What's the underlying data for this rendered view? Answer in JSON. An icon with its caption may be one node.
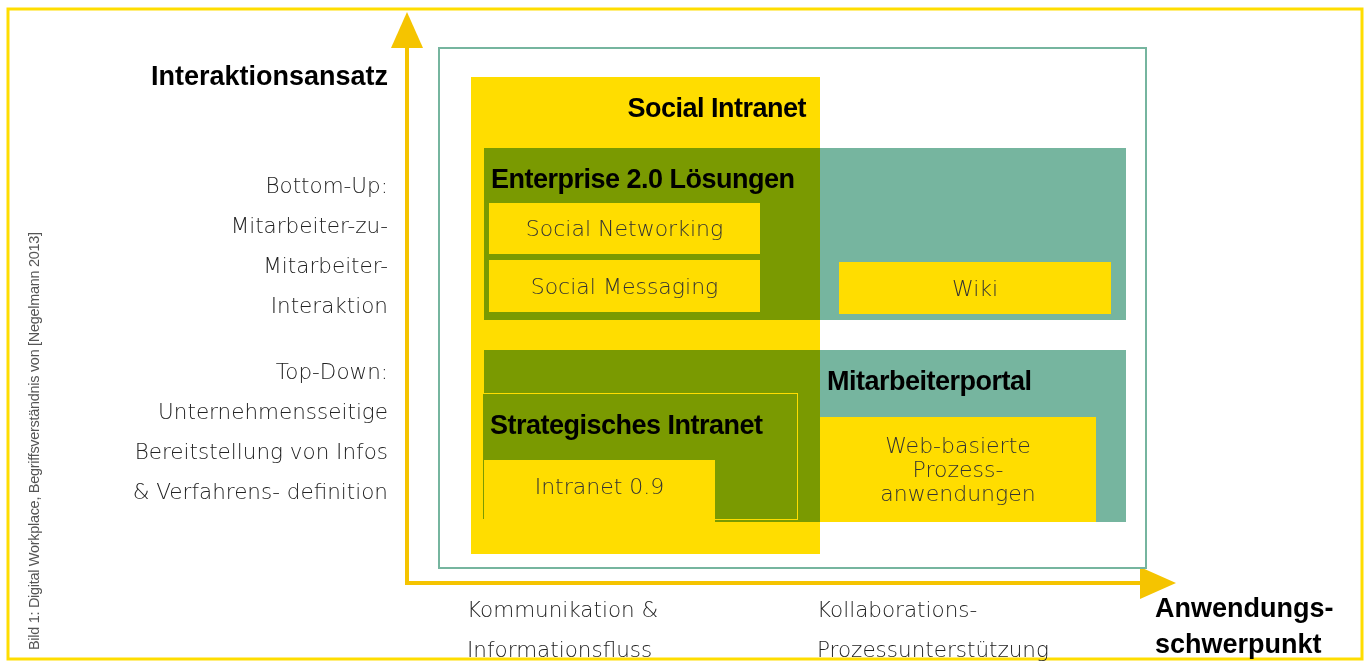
{
  "diagram": {
    "caption": "Bild 1: Digital Workplace, Begriffsverständnis von [Negelmann 2013]",
    "nodes": [
      {
        "text": [],
        "shape": "box"
      },
      {
        "text": [
          "Social Intranet"
        ],
        "in": 0
      },
      {
        "text": [
          "Enterprise 2.0 Lösungen"
        ],
        "in": 0
      },
      {
        "text": [
          "Social Networking"
        ]
      },
      {
        "text": [
          "Social Messaging"
        ]
      },
      {
        "text": [
          "Wiki"
        ],
        "in": 2
      },
      {
        "text": [
          "Mitarbeiterportal"
        ],
        "in": 0
      },
      {
        "text": [
          "Strategisches Intranet"
        ]
      },
      {
        "text": [
          "Intranet 0.9"
        ],
        "in": 1
      },
      {
        "text": [
          "Web-basierte Prozess- anwendungen"
        ],
        "in": 6
      }
    ],
    "edges": [],
    "labels": [
      "Interaktionsansatz",
      "Bottom-Up: Mitarbeiter-zu- Mitarbeiter- Interaktion",
      "Top-Down: Unternehmensseitige Bereitstellung von Infos & Verfahrens- definition",
      "Kommunikation & Informationsfluss",
      "Kollaborations- Prozessunterstützung",
      "Anwendungs- schwerpunkt"
    ]
  }
}
